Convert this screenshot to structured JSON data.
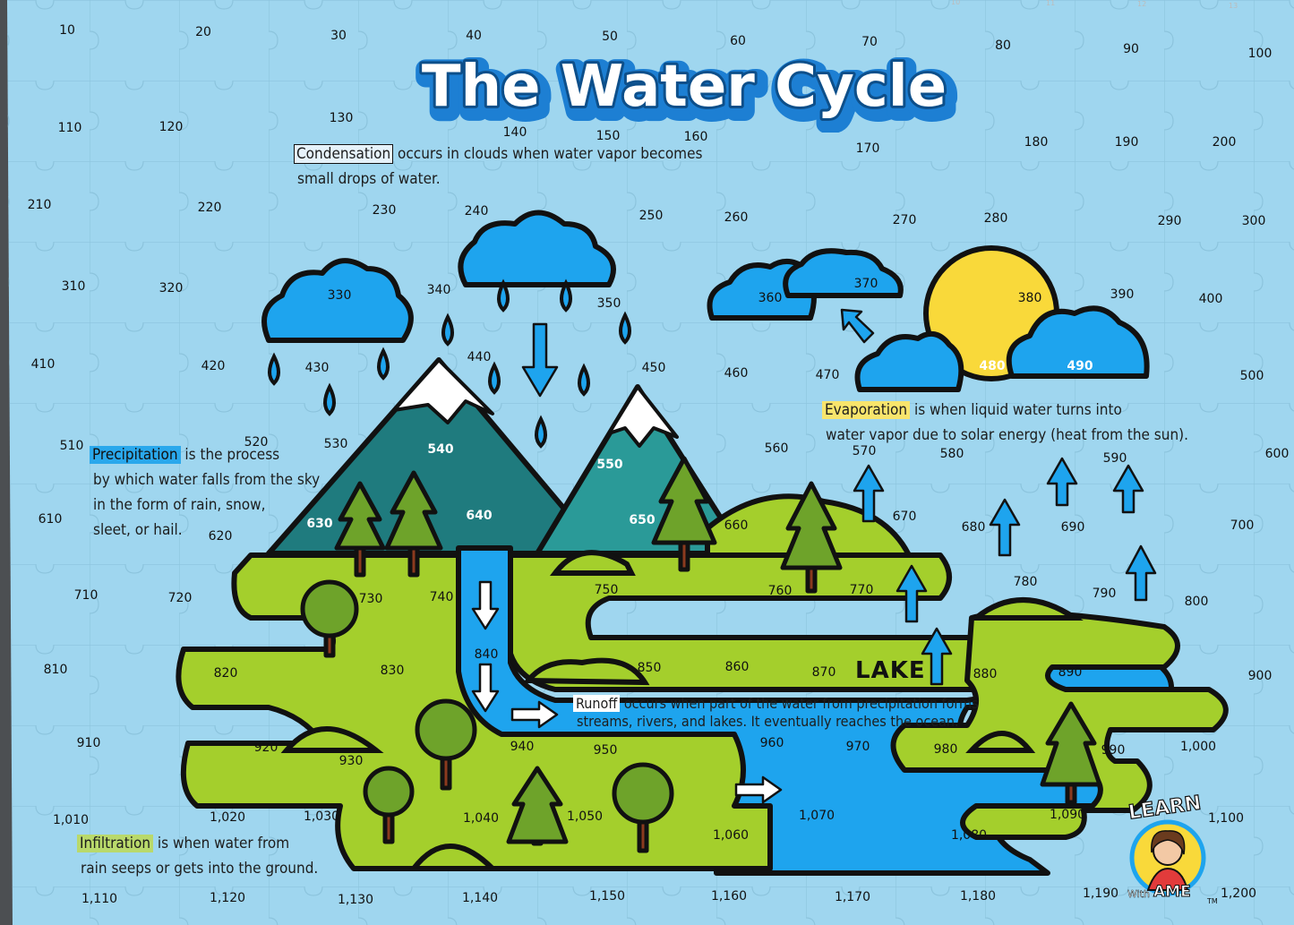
{
  "title": "The Water Cycle",
  "notes": {
    "condensation": {
      "term": "Condensation",
      "line1": " occurs in clouds when water vapor becomes",
      "line2": "small drops of water."
    },
    "precipitation": {
      "term": "Precipitation",
      "line1": " is the process",
      "line2": "by which water falls from the sky",
      "line3": "in the form of rain, snow,",
      "line4": "sleet, or hail."
    },
    "evaporation": {
      "term": "Evaporation",
      "line1": " is when liquid water turns into",
      "line2": "water vapor due to solar energy (heat from the sun)."
    },
    "runoff": {
      "term": "Runoff",
      "line1": " occurs when part of the water from precipitation forms",
      "line2": "streams, rivers, and lakes. It eventually reaches the ocean."
    },
    "infiltration": {
      "term": "Infiltration",
      "line1": " is when water from",
      "line2": "rain seeps or gets into the ground."
    }
  },
  "lake_label": "LAKE",
  "logo": {
    "top": "LEARN",
    "with": "With",
    "name": "AME",
    "tm": "TM"
  },
  "ruler": [
    "10",
    "11",
    "12",
    "13"
  ],
  "piece_numbers": [
    "10",
    "20",
    "30",
    "40",
    "50",
    "60",
    "70",
    "80",
    "90",
    "100",
    "110",
    "120",
    "130",
    "140",
    "150",
    "160",
    "170",
    "180",
    "190",
    "200",
    "210",
    "220",
    "230",
    "240",
    "250",
    "260",
    "270",
    "280",
    "290",
    "300",
    "310",
    "320",
    "330",
    "340",
    "350",
    "360",
    "370",
    "380",
    "390",
    "400",
    "410",
    "420",
    "430",
    "440",
    "450",
    "460",
    "470",
    "480",
    "490",
    "500",
    "510",
    "520",
    "530",
    "540",
    "550",
    "560",
    "570",
    "580",
    "590",
    "600",
    "610",
    "620",
    "630",
    "640",
    "650",
    "660",
    "670",
    "680",
    "690",
    "700",
    "710",
    "720",
    "730",
    "740",
    "750",
    "760",
    "770",
    "780",
    "790",
    "800",
    "810",
    "820",
    "830",
    "840",
    "850",
    "860",
    "870",
    "880",
    "890",
    "900",
    "910",
    "920",
    "930",
    "940",
    "950",
    "960",
    "970",
    "980",
    "990",
    "1,000",
    "1,010",
    "1,020",
    "1,030",
    "1,040",
    "1,050",
    "1,060",
    "1,070",
    "1,080",
    "1,090",
    "1,100",
    "1,110",
    "1,120",
    "1,130",
    "1,140",
    "1,150",
    "1,160",
    "1,170",
    "1,180",
    "1,190",
    "1,200"
  ],
  "white_numbers": [
    "540",
    "550",
    "630",
    "640",
    "650",
    "480",
    "490"
  ],
  "colors": {
    "sky": "#9fd6ef",
    "water": "#1ea4ee",
    "land": "#a4cf2c",
    "mountain": "#1f7b7e",
    "mountain_light": "#2a9a98",
    "tree": "#6ea32a",
    "sun": "#f9d93a",
    "outline": "#111111"
  }
}
